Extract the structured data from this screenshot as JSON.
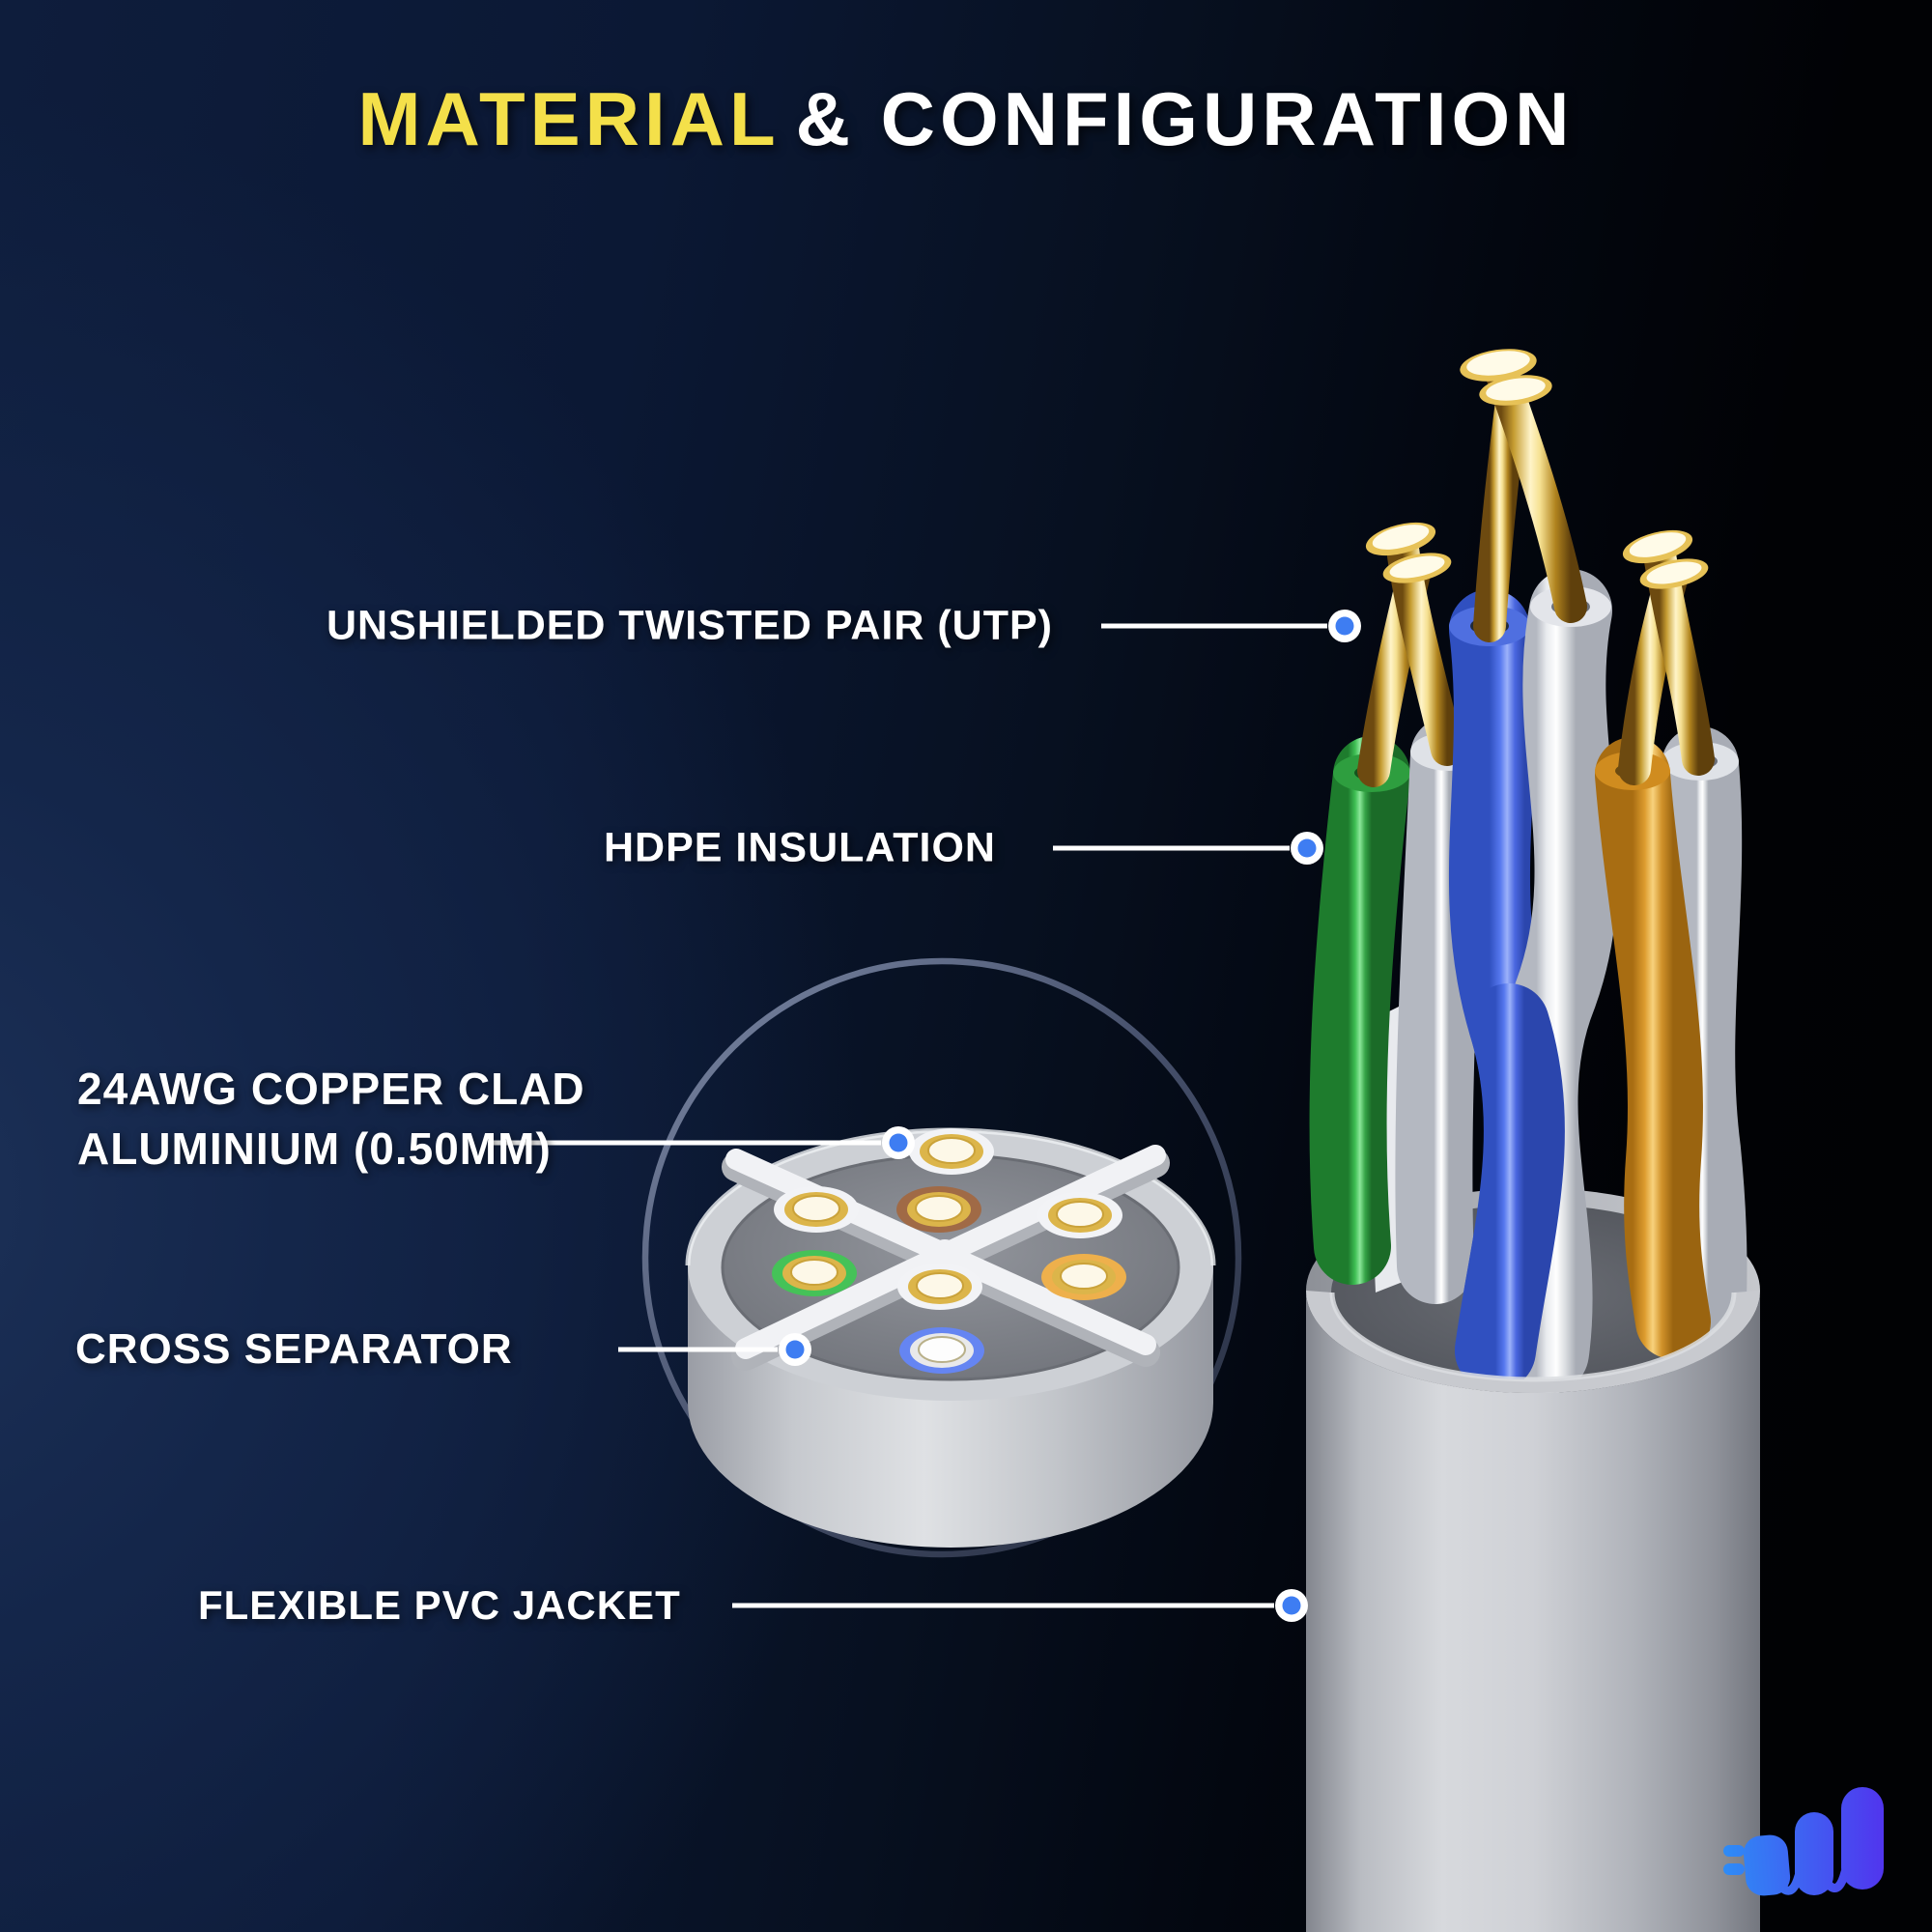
{
  "title": {
    "highlight": "MATERIAL",
    "rest": "& CONFIGURATION"
  },
  "callouts": {
    "utp": {
      "label": "UNSHIELDED TWISTED PAIR (UTP)"
    },
    "hdpe": {
      "label": "HDPE INSULATION"
    },
    "awg": {
      "line1": "24AWG COPPER CLAD",
      "line2": "ALUMINIUM (0.50MM)"
    },
    "cross": {
      "label": "CROSS SEPARATOR"
    },
    "jacket": {
      "label": "FLEXIBLE PVC JACKET"
    }
  },
  "diagram": {
    "subject": "cat6-utp-cable-cutaway",
    "conductor_pairs": [
      "white/green",
      "white/blue",
      "white/orange",
      "white/brown"
    ],
    "colors": {
      "accent_yellow": "#f4e04a",
      "label_white": "#ffffff",
      "callout_dot_blue": "#3e7df2",
      "copper_gold": "#e7c257",
      "wire_green": "#3fbf54",
      "wire_blue": "#5577ee",
      "wire_orange": "#dd9c2e",
      "wire_brown": "#8a5a3a",
      "wire_white": "#f2f3f6",
      "pvc_jacket_gray": "#c6c8cd",
      "background_navy": "#0b1834"
    }
  },
  "logo": {
    "name": "plug-wave-brand-logo"
  }
}
